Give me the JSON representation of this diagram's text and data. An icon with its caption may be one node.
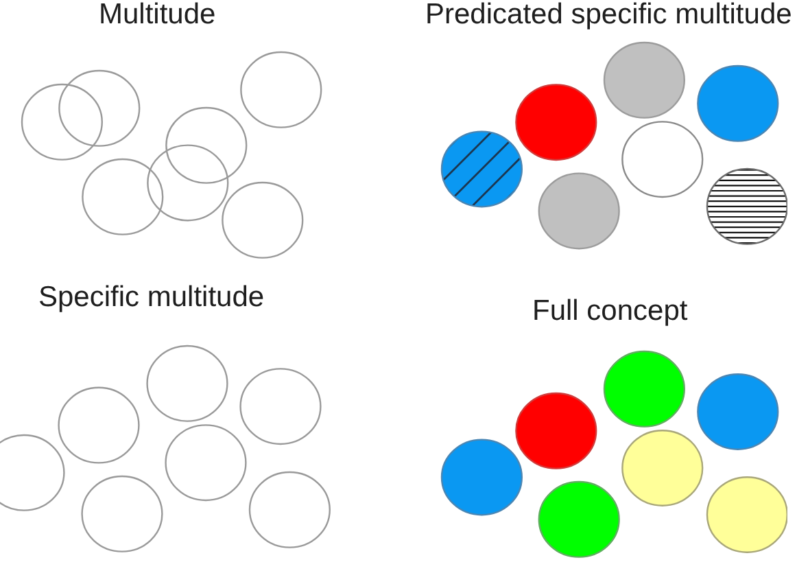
{
  "diagram": {
    "labels": [
      "Multitude",
      "Predicated specific multitude",
      "Specific multitude",
      "Full concept"
    ]
  }
}
